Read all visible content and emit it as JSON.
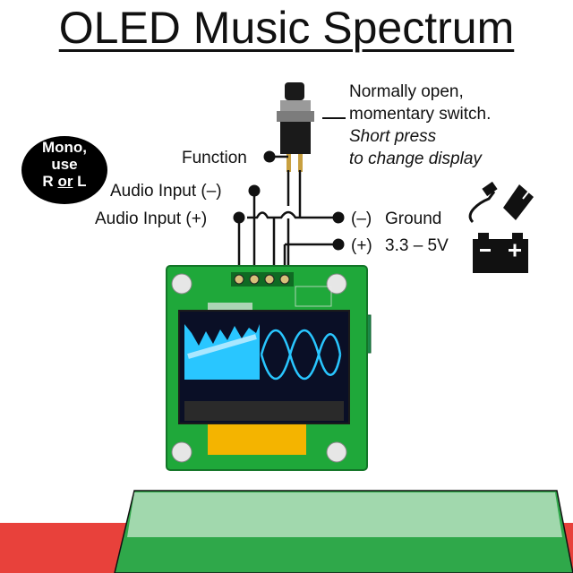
{
  "title": "OLED Music Spectrum",
  "switch_note": {
    "line1": "Normally open,",
    "line2": "momentary switch.",
    "line3": "Short press",
    "line4": "to change display"
  },
  "badge": {
    "line1": "Mono,",
    "line2": "use",
    "r": "R",
    "or": "or",
    "l": "L"
  },
  "pins": {
    "function": "Function",
    "audio_neg": "Audio Input (–)",
    "audio_pos": "Audio Input (+)",
    "ground_sign": "(–)",
    "ground": "Ground",
    "power_sign": "(+)",
    "power": "3.3 – 5V"
  },
  "icons": [
    "power-adapter-icon",
    "battery-icon"
  ],
  "colors": {
    "pcb": "#1fa83a",
    "screen_wave": "#29c6ff",
    "banner_red": "#e8413b",
    "banner_green": "#2fa84a"
  }
}
